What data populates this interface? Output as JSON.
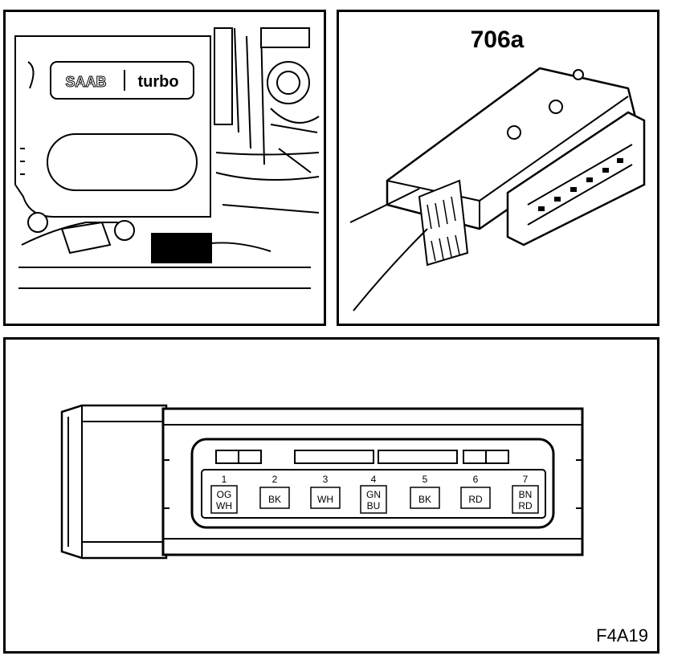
{
  "engine_panel": {
    "badge_brand": "SAAB",
    "badge_model": "turbo"
  },
  "connector_panel": {
    "part_label": "706a"
  },
  "pinout_panel": {
    "pins": [
      {
        "number": "1",
        "line1": "OG",
        "line2": "WH"
      },
      {
        "number": "2",
        "line1": "BK",
        "line2": ""
      },
      {
        "number": "3",
        "line1": "WH",
        "line2": ""
      },
      {
        "number": "4",
        "line1": "GN",
        "line2": "BU"
      },
      {
        "number": "5",
        "line1": "BK",
        "line2": ""
      },
      {
        "number": "6",
        "line1": "RD",
        "line2": ""
      },
      {
        "number": "7",
        "line1": "BN",
        "line2": "RD"
      }
    ],
    "figure_id": "F4A19"
  }
}
